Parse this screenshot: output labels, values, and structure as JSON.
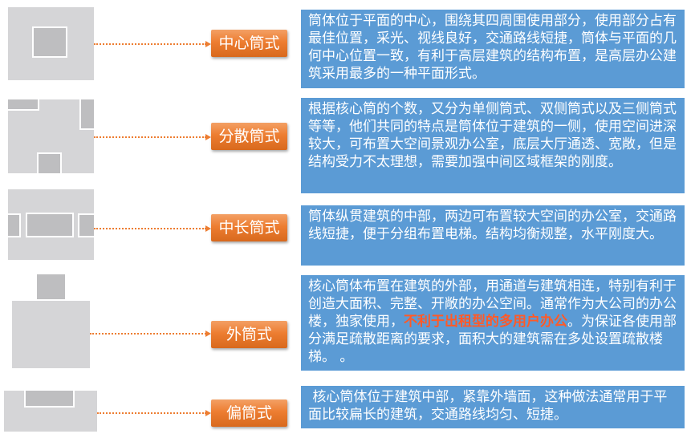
{
  "rows": [
    {
      "label": "中心筒式",
      "text": "筒体位于平面的中心，围绕其四周围使用部分，使用部分占有最佳位置，采光、视线良好，交通路线短捷，筒体与平面的几何中心位置一致，有利于高层建筑的结构布置，是高层办公建筑采用最多的一种平面形式。"
    },
    {
      "label": "分散筒式",
      "text": "根据核心筒的个数，又分为单侧筒式、双侧筒式以及三侧筒式等等，他们共同的特点是筒体位于建筑的一侧，使用空间进深较大，可布置大空间景观办公室，底层大厅通透、宽敞，但是结构受力不太理想，需要加强中间区域框架的刚度。"
    },
    {
      "label": "中长筒式",
      "text": "筒体纵贯建筑的中部，两边可布置较大空间的办公室，交通路线短捷，便于分组布置电梯。结构均衡规整，水平刚度大。"
    },
    {
      "label": "外筒式",
      "text_before": "核心筒体布置在建筑的外部，用通道与建筑相连，特别有利于创造大面积、完整、开敞的办公空间。通常作为大公司的办公楼，独家使用，",
      "text_highlight": "不利于出租型的多用户办公",
      "text_after": "。为保证各使用部分满足疏散距离的要求，面积大的建筑需在多处设置疏散楼梯。 。"
    },
    {
      "label": "偏筒式",
      "text": " 核心筒体位于建筑中部，紧靠外墙面，这种做法通常用于平面比较扁长的建筑，交通路线均匀、短捷。"
    }
  ],
  "colors": {
    "text_box": "#5b9bd5",
    "tag": "#ed7d31",
    "plan": "#d5d5d7",
    "core": "#bebec0",
    "highlight": "#ff5a28"
  }
}
